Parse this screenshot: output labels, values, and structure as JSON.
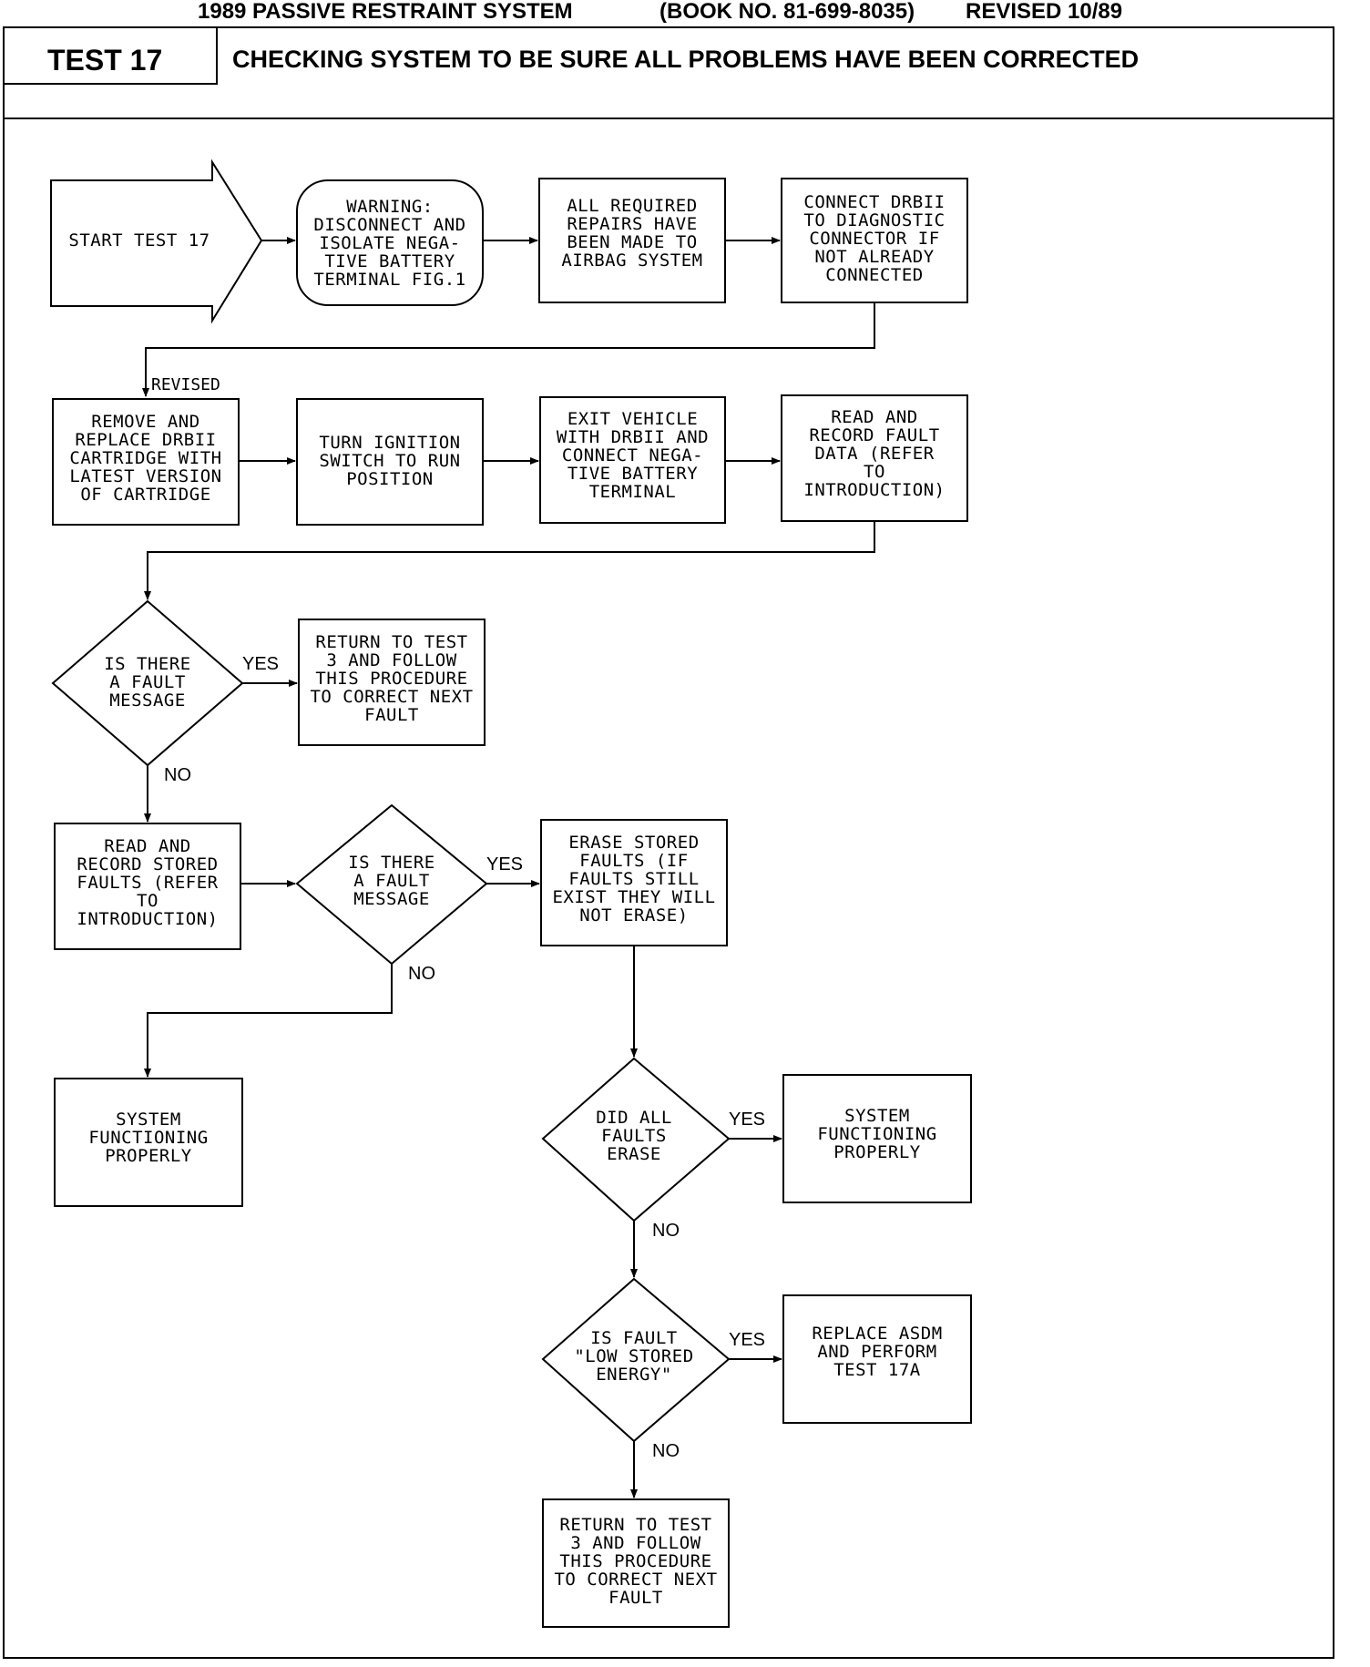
{
  "page_header": {
    "title": "1989 PASSIVE RESTRAINT SYSTEM",
    "book": "(BOOK NO. 81-699-8035)",
    "revised": "REVISED 10/89"
  },
  "test_header": {
    "test_label": "TEST 17",
    "title": "CHECKING SYSTEM TO BE SURE ALL PROBLEMS HAVE BEEN CORRECTED"
  },
  "nodes": {
    "start": "START TEST 17",
    "warning": "WARNING:\nDISCONNECT AND\nISOLATE NEGA-\nTIVE BATTERY\nTERMINAL FIG.1",
    "repairs_made": "ALL REQUIRED\nREPAIRS HAVE\nBEEN MADE TO\nAIRBAG SYSTEM",
    "connect_drbii": "CONNECT DRBII\nTO DIAGNOSTIC\nCONNECTOR IF\nNOT ALREADY\nCONNECTED",
    "replace_cartridge": "REMOVE AND\nREPLACE DRBII\nCARTRIDGE WITH\nLATEST VERSION\nOF CARTRIDGE",
    "turn_ignition": "TURN IGNITION\nSWITCH TO RUN\nPOSITION",
    "exit_vehicle": "EXIT VEHICLE\nWITH DRBII AND\nCONNECT NEGA-\nTIVE BATTERY\nTERMINAL",
    "read_fault_data": "READ AND\nRECORD FAULT\nDATA (REFER\nTO\nINTRODUCTION)",
    "is_fault_1": "IS THERE\nA FAULT\nMESSAGE",
    "return_test3_a": "RETURN TO TEST\n3 AND FOLLOW\nTHIS PROCEDURE\nTO CORRECT NEXT\nFAULT",
    "read_stored": "READ AND\nRECORD STORED\nFAULTS (REFER\nTO\nINTRODUCTION)",
    "is_fault_2": "IS THERE\nA FAULT\nMESSAGE",
    "erase_stored": "ERASE STORED\nFAULTS (IF\nFAULTS STILL\nEXIST THEY WILL\nNOT ERASE)",
    "system_ok_a": "SYSTEM\nFUNCTIONING\nPROPERLY",
    "did_all_erase": "DID ALL\nFAULTS\nERASE",
    "system_ok_b": "SYSTEM\nFUNCTIONING\nPROPERLY",
    "is_low_energy": "IS FAULT\n\"LOW STORED\nENERGY\"",
    "replace_asdm": "REPLACE ASDM\nAND PERFORM\nTEST 17A",
    "return_test3_b": "RETURN TO TEST\n3 AND FOLLOW\nTHIS PROCEDURE\nTO CORRECT NEXT\nFAULT"
  },
  "labels": {
    "revised": "REVISED",
    "yes": "YES",
    "no": "NO"
  }
}
